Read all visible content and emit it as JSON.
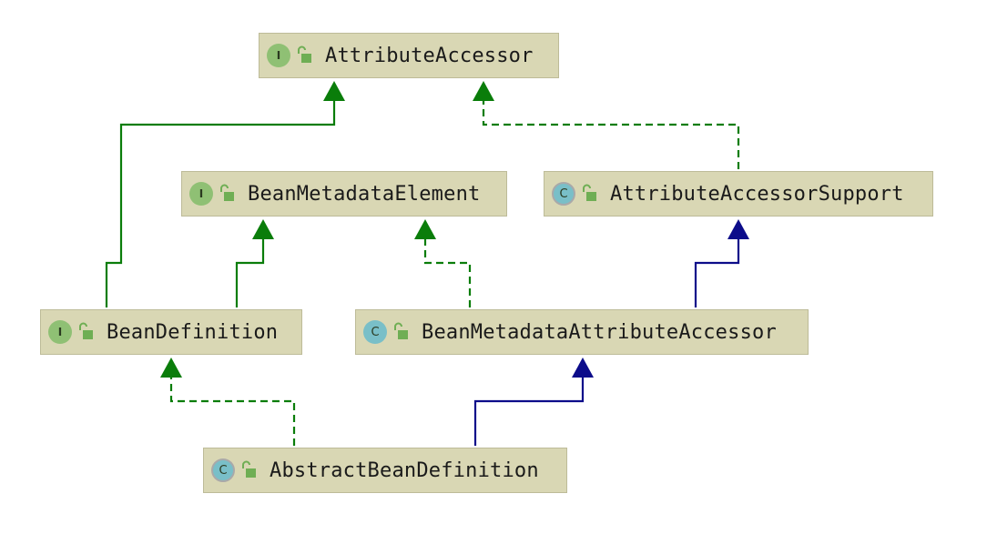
{
  "colors": {
    "node_fill": "#d9d7b4",
    "node_border": "#bdbb98",
    "interface_badge": "#8fc074",
    "class_badge": "#79bfc8",
    "lock": "#6fae54",
    "extends_interface": "#0a7d0a",
    "implements": "#0a7d0a",
    "extends_class": "#0c0c8a"
  },
  "nodes": [
    {
      "key": "attribute-accessor",
      "name": "AttributeAccessor",
      "kind": "interface",
      "badge_letter": "I",
      "icon": "lock-open-icon"
    },
    {
      "key": "bean-metadata-element",
      "name": "BeanMetadataElement",
      "kind": "interface",
      "badge_letter": "I",
      "icon": "lock-open-icon"
    },
    {
      "key": "attribute-accessor-support",
      "name": "AttributeAccessorSupport",
      "kind": "abstract-class",
      "badge_letter": "C",
      "icon": "lock-open-icon"
    },
    {
      "key": "bean-definition",
      "name": "BeanDefinition",
      "kind": "interface",
      "badge_letter": "I",
      "icon": "lock-open-icon"
    },
    {
      "key": "bean-metadata-attribute-accessor",
      "name": "BeanMetadataAttributeAccessor",
      "kind": "class",
      "badge_letter": "C",
      "icon": "lock-open-icon"
    },
    {
      "key": "abstract-bean-definition",
      "name": "AbstractBeanDefinition",
      "kind": "abstract-class",
      "badge_letter": "C",
      "icon": "lock-open-icon"
    }
  ],
  "edges": [
    {
      "from": "BeanDefinition",
      "to": "AttributeAccessor",
      "type": "extends-interface"
    },
    {
      "from": "BeanDefinition",
      "to": "BeanMetadataElement",
      "type": "extends-interface"
    },
    {
      "from": "AttributeAccessorSupport",
      "to": "AttributeAccessor",
      "type": "implements"
    },
    {
      "from": "BeanMetadataAttributeAccessor",
      "to": "BeanMetadataElement",
      "type": "implements"
    },
    {
      "from": "BeanMetadataAttributeAccessor",
      "to": "AttributeAccessorSupport",
      "type": "extends-class"
    },
    {
      "from": "AbstractBeanDefinition",
      "to": "BeanDefinition",
      "type": "implements"
    },
    {
      "from": "AbstractBeanDefinition",
      "to": "BeanMetadataAttributeAccessor",
      "type": "extends-class"
    }
  ]
}
